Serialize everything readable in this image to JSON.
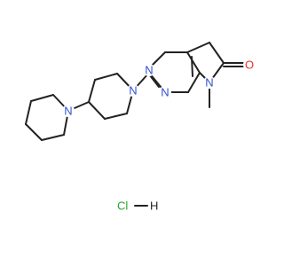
{
  "colors": {
    "bond": "#222222",
    "nitrogen": "#3050d8",
    "oxygen": "#e8302a",
    "chlorine": "#27a52c",
    "hydrogen": "#222222"
  },
  "atoms": {
    "n_pyrimidine_top": "N",
    "n_pyrimidine_bottom": "N",
    "n_piperidine_inner": "N",
    "n_piperidine_outer": "N",
    "n_lactam": "N",
    "o_carbonyl": "O",
    "methyl": ""
  },
  "salt": {
    "cl": "Cl",
    "h": "H"
  }
}
